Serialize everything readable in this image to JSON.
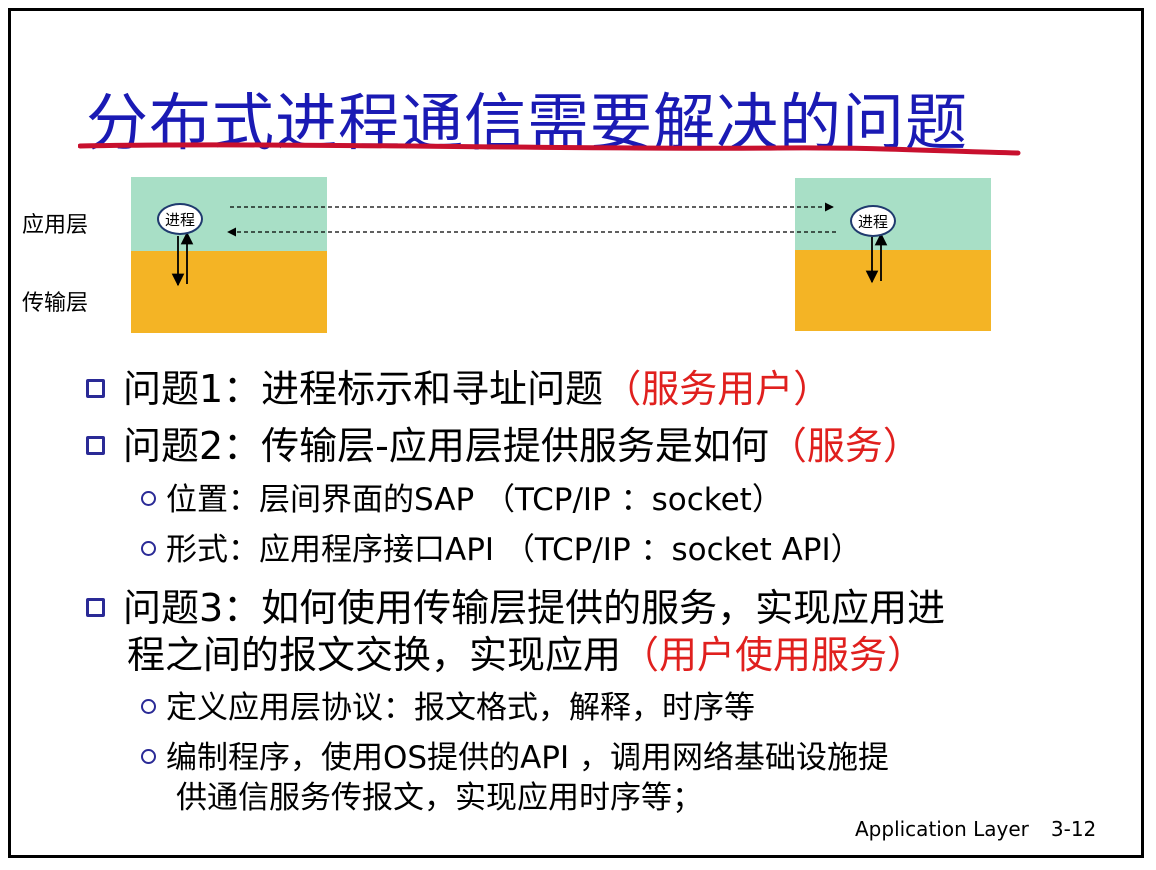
{
  "slide": {
    "title": "分布式进程通信需要解决的问题",
    "diagram": {
      "app_layer_label": "应用层",
      "transport_layer_label": "传输层",
      "left_process": "进程",
      "right_process": "进程"
    },
    "items": [
      {
        "prefix": "问题1：进程标示和寻址问题",
        "highlight": "（服务用户）"
      },
      {
        "prefix": "问题2：传输层-应用层提供服务是如何",
        "highlight": "（服务）"
      },
      {
        "text": "位置：层间界面的SAP （TCP/IP ：socket）"
      },
      {
        "text": "形式：应用程序接口API （TCP/IP ：socket API）"
      },
      {
        "line1": "问题3：如何使用传输层提供的服务，实现应用进",
        "line2_prefix": "程之间的报文交换，实现应用",
        "highlight": "（用户使用服务）"
      },
      {
        "text": "定义应用层协议：报文格式，解释，时序等"
      },
      {
        "line1": "编制程序，使用OS提供的API ，调用网络基础设施提",
        "line2": "供通信服务传报文，实现应用时序等；"
      }
    ],
    "footer": {
      "label": "Application Layer",
      "page": "3-12"
    },
    "colors": {
      "title": "#1a1ab4",
      "highlight": "#e0201e",
      "app_layer": "#a8dfc6",
      "transport_layer": "#f4b425",
      "underline": "#c8102e",
      "bullet": "#2a2a96"
    }
  }
}
